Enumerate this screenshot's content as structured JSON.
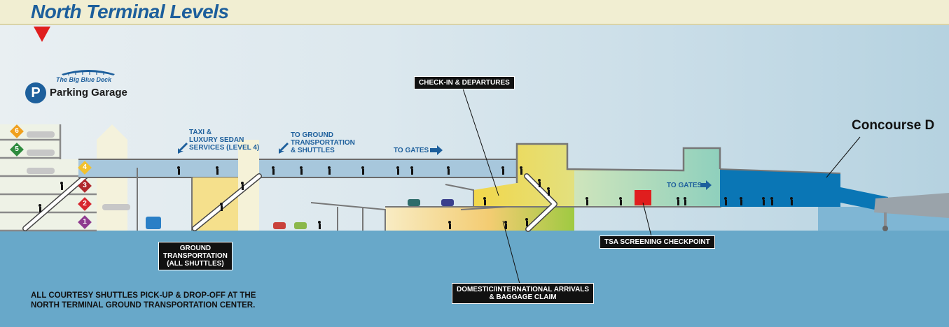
{
  "title": "North Terminal Levels",
  "brand": {
    "deck_name": "The Big Blue Deck",
    "parking_letter": "P",
    "parking_label": "Parking Garage"
  },
  "levels": [
    {
      "num": "6",
      "color": "#f0a01e"
    },
    {
      "num": "5",
      "color": "#2e8b3e"
    },
    {
      "num": "4",
      "color": "#f2c12e"
    },
    {
      "num": "3",
      "color": "#b0282d"
    },
    {
      "num": "2",
      "color": "#d7262e"
    },
    {
      "num": "1",
      "color": "#8e3a8f"
    }
  ],
  "labels": {
    "checkin": "CHECK-IN & DEPARTURES",
    "ground": "GROUND\nTRANSPORTATION\n(ALL SHUTTLES)",
    "tsa": "TSA SCREENING CHECKPOINT",
    "arrivals": "DOMESTIC/INTERNATIONAL ARRIVALS\n& BAGGAGE CLAIM",
    "taxi": "TAXI &\nLUXURY SEDAN\nSERVICES (LEVEL 4)",
    "to_ground": "TO GROUND\nTRANSPORTATION\n& SHUTTLES",
    "to_gates_1": "TO GATES",
    "to_gates_2": "TO GATES",
    "concourse": "Concourse D"
  },
  "note": {
    "line1": "ALL COURTESY SHUTTLES PICK-UP & DROP-OFF AT THE",
    "line2_bold": "NORTH TERMINAL",
    "line2_rest": " GROUND TRANSPORTATION CENTER."
  },
  "colors": {
    "brand_blue": "#1d5f9c",
    "marker_red": "#e01e1e",
    "tsa_red": "#e01e1e",
    "concourse_blue": "#0a76b5"
  }
}
